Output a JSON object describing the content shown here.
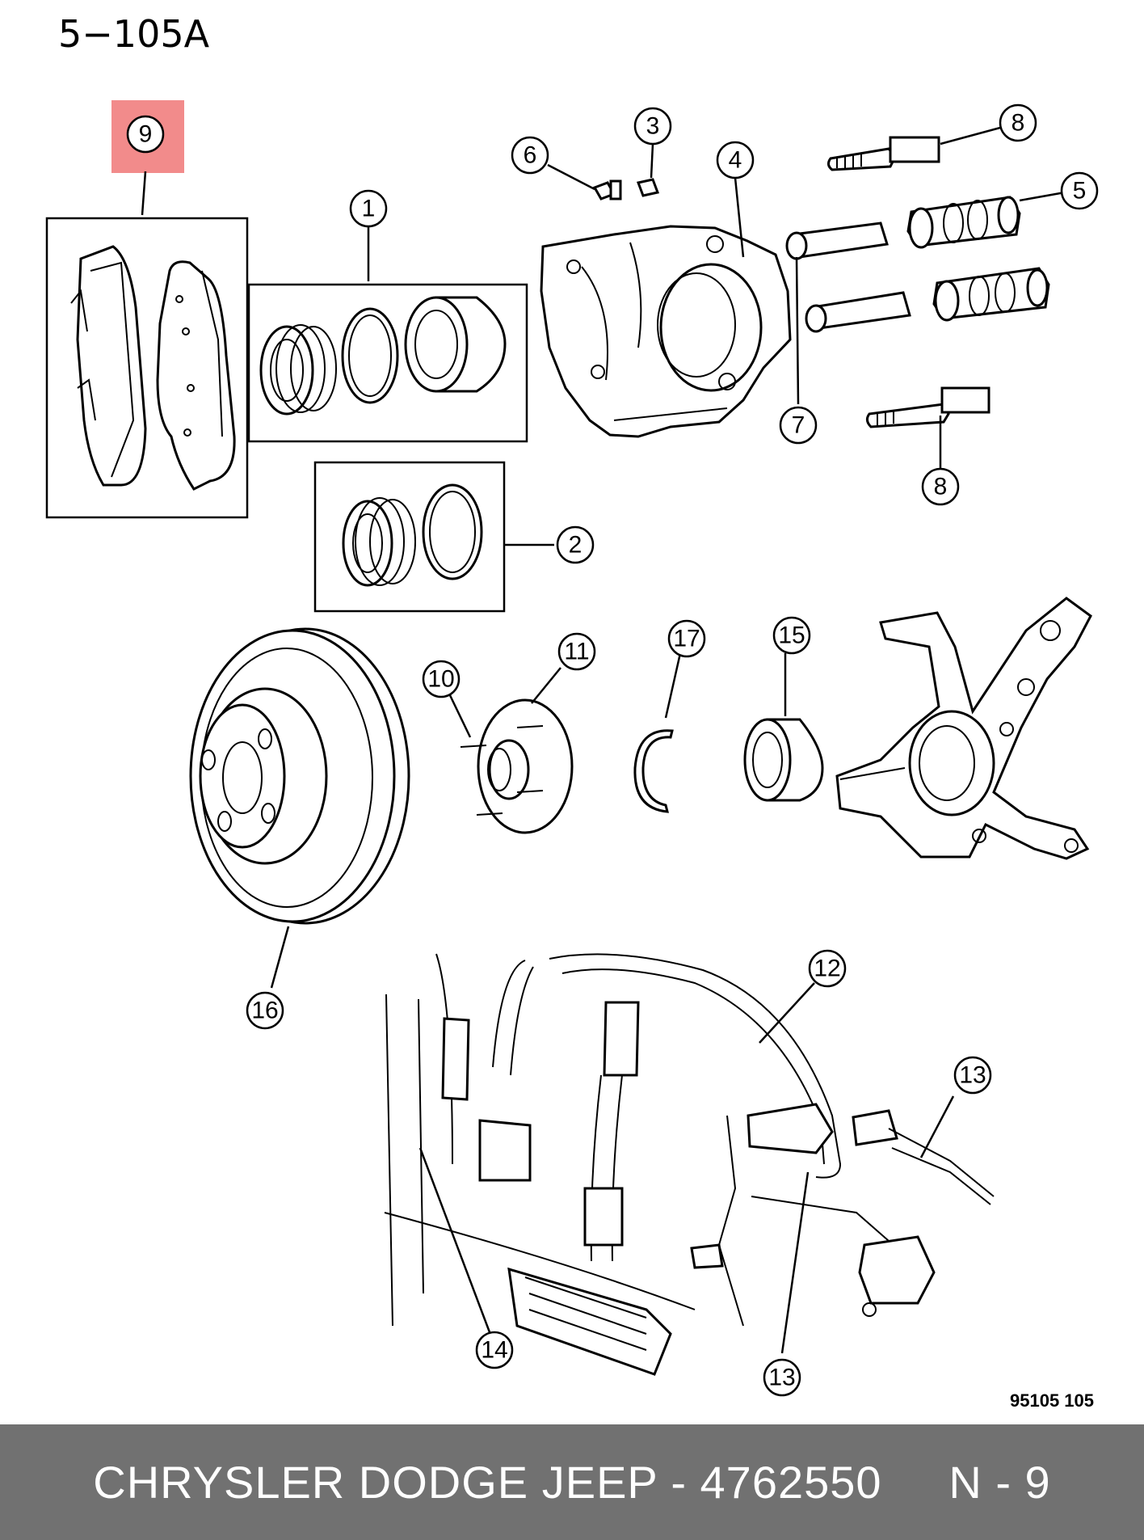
{
  "diagram": {
    "code": "5−105A",
    "ref": "95105  105",
    "highlight_color": "#f28b8b",
    "callouts": {
      "c1": "1",
      "c2": "2",
      "c3": "3",
      "c4": "4",
      "c5": "5",
      "c6": "6",
      "c7": "7",
      "c8a": "8",
      "c8b": "8",
      "c9": "9",
      "c10": "10",
      "c11": "11",
      "c12": "12",
      "c13a": "13",
      "c13b": "13",
      "c14": "14",
      "c15": "15",
      "c16": "16",
      "c17": "17"
    }
  },
  "footer": {
    "text": "CHRYSLER DODGE JEEP - 4762550     N - 9",
    "background": "#717171"
  }
}
